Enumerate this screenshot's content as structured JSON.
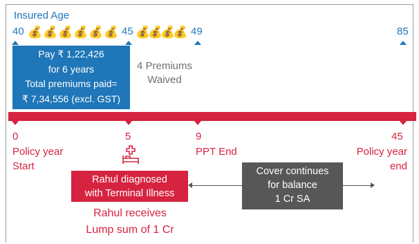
{
  "insured_age": {
    "title": "Insured Age",
    "ages": [
      "40",
      "45",
      "49",
      "85"
    ]
  },
  "icons": {
    "money_bag": "money-bag-icon",
    "hospital_bed": "hospital-bed-icon",
    "paid_bags": 6,
    "waived_bags": 4
  },
  "pay_box": {
    "line1": "Pay ₹ 1,22,426",
    "line2": "for 6 years",
    "line3": "Total premiums paid=",
    "line4": "₹ 7,34,556 (excl. GST)"
  },
  "waived": {
    "line1": "4 Premiums",
    "line2": "Waived"
  },
  "policy_years": [
    "0",
    "5",
    "9",
    "45"
  ],
  "labels": {
    "start_line1": "Policy year",
    "start_line2": "Start",
    "ppt_end": "PPT End",
    "end_line1": "Policy year",
    "end_line2": "end"
  },
  "diagnosis": {
    "line1": "Rahul diagnosed",
    "line2": "with Terminal Illness"
  },
  "cover": {
    "line1": "Cover continues",
    "line2": "for balance",
    "line3": "1 Cr SA"
  },
  "lump_sum": {
    "line1": "Rahul receives",
    "line2": "Lump sum of 1 Cr"
  },
  "colors": {
    "blue": "#1f76b8",
    "red": "#d6233f",
    "grey_box": "#575757",
    "faded_bag": "#c9d9ea"
  }
}
